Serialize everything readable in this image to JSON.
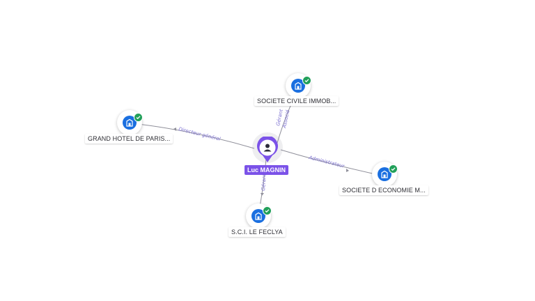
{
  "person": {
    "name": "Luc MAGNIN",
    "icon": "person-icon",
    "color": "#7b52e8"
  },
  "companies": [
    {
      "id": "c1",
      "name": "SOCIETE CIVILE IMMOB...",
      "icon": "building-icon",
      "verified": true
    },
    {
      "id": "c2",
      "name": "GRAND HOTEL DE PARIS...",
      "icon": "building-icon",
      "verified": true
    },
    {
      "id": "c3",
      "name": "SOCIETE D ECONOMIE M...",
      "icon": "building-icon",
      "verified": true
    },
    {
      "id": "c4",
      "name": "S.C.I. LE FECLYA",
      "icon": "building-icon",
      "verified": true
    }
  ],
  "relations": [
    {
      "to": "c1",
      "labels": [
        "Gérant",
        "Associé"
      ]
    },
    {
      "to": "c2",
      "labels": [
        "Directeur général"
      ]
    },
    {
      "to": "c3",
      "labels": [
        "Administrateur"
      ]
    },
    {
      "to": "c4",
      "labels": [
        "Gérant"
      ]
    }
  ],
  "colors": {
    "company": "#1a6fe0",
    "check": "#22a05a",
    "edge": "#8f8f9a",
    "edge_label": "#7b6fd0"
  }
}
